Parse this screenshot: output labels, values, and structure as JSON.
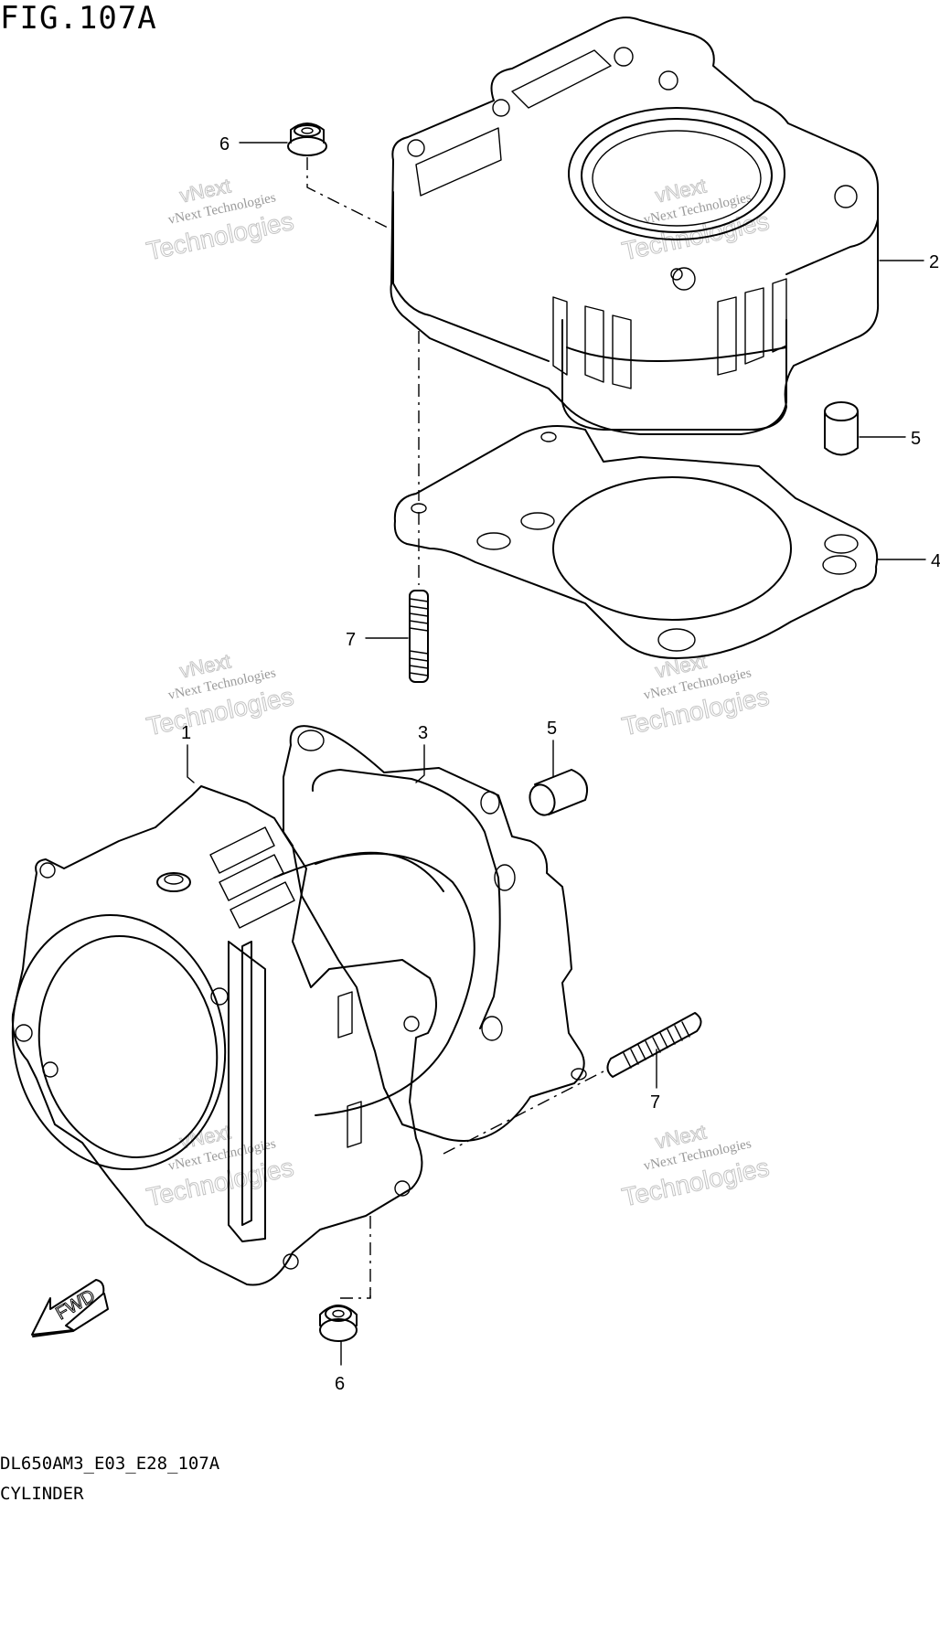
{
  "figure": {
    "title": "FIG.107A"
  },
  "footer": {
    "model_code": "DL650AM3_E03_E28_107A",
    "part_name": "CYLINDER"
  },
  "watermark": {
    "line1": "vNext Technologies",
    "line2": "Technologies",
    "line3": "vNext"
  },
  "fwd_label": "FWD",
  "callouts": {
    "c6_top": "6",
    "c2": "2",
    "c5_right": "5",
    "c4": "4",
    "c7_left": "7",
    "c1": "1",
    "c3": "3",
    "c5_mid": "5",
    "c7_right": "7",
    "c6_bottom": "6"
  }
}
